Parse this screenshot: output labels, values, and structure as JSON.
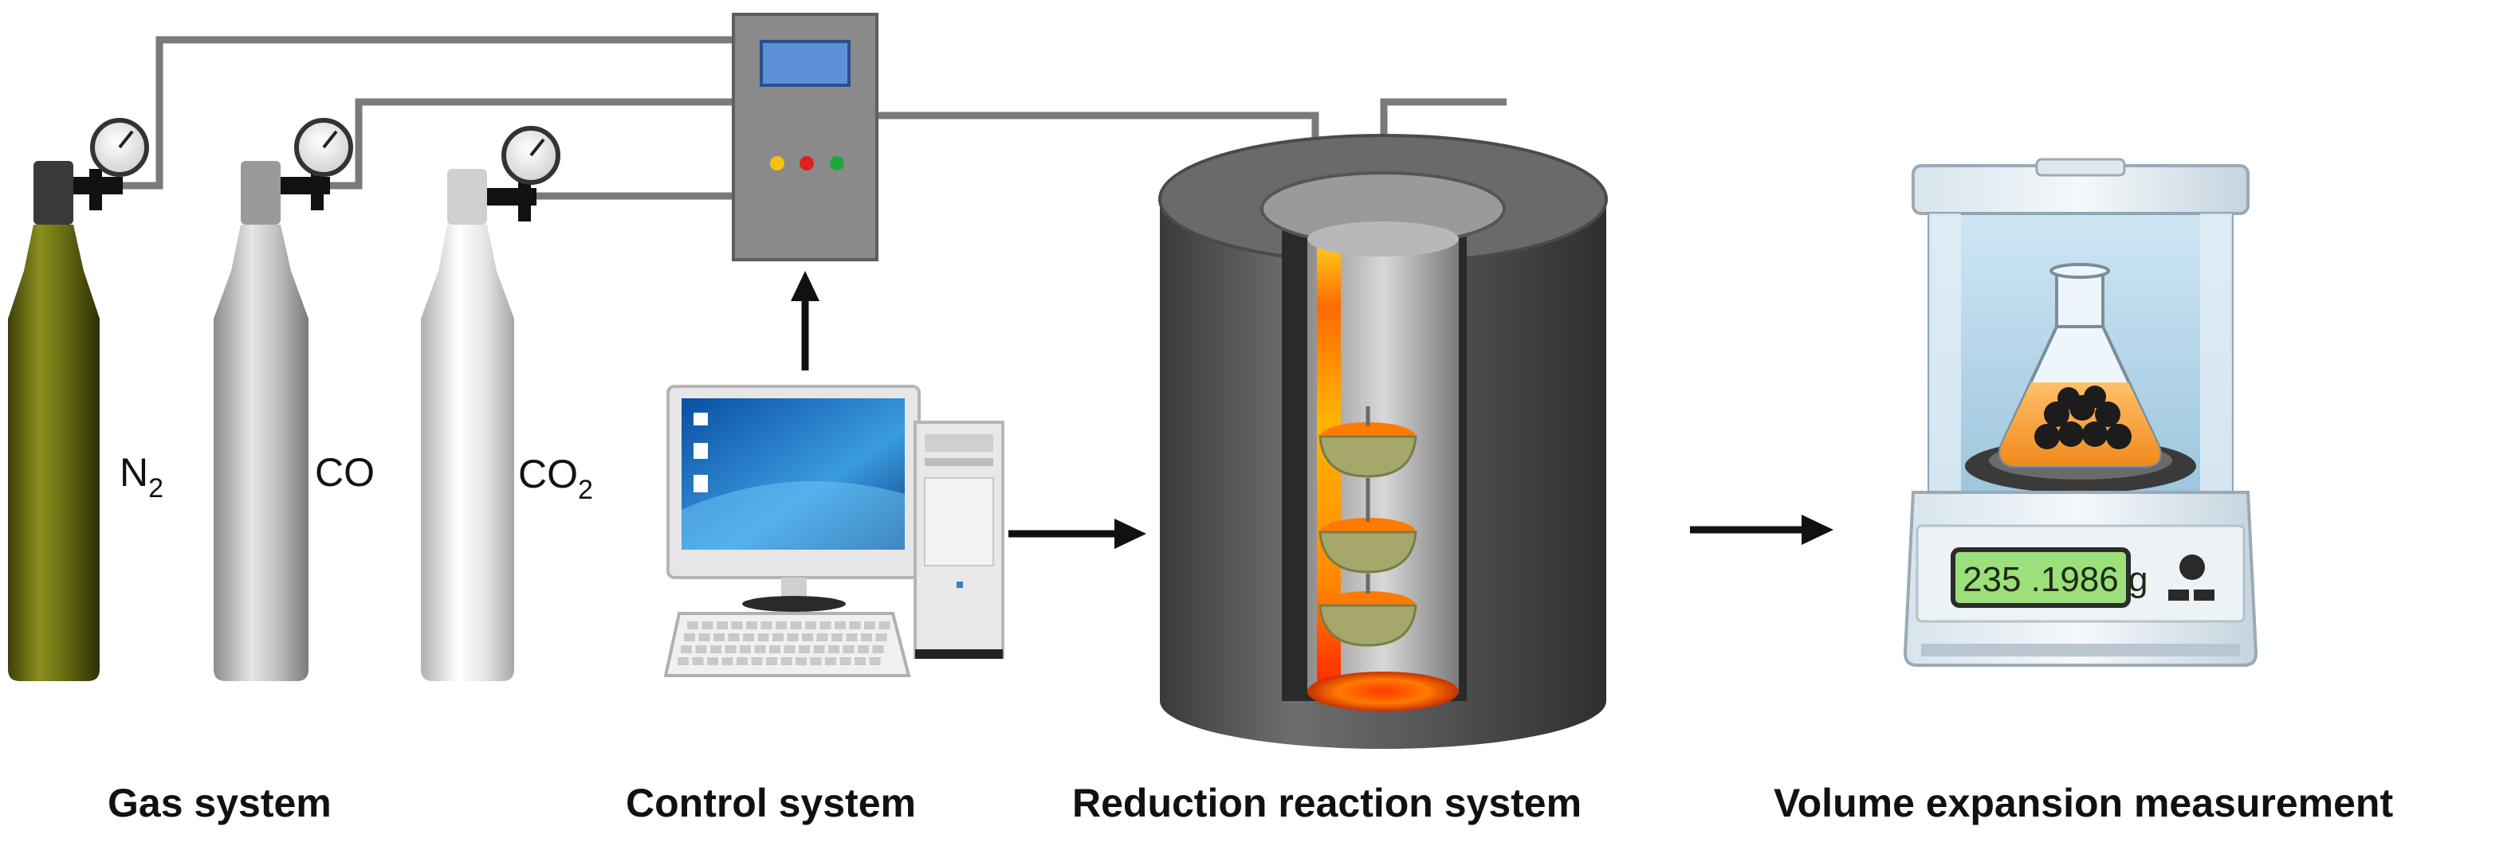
{
  "gas_system": {
    "caption": "Gas system",
    "cylinders": [
      {
        "formula": "N",
        "subscript": "2",
        "color": "#6f7414"
      },
      {
        "formula": "CO",
        "subscript": "",
        "color": "#c8c8c8"
      },
      {
        "formula": "CO",
        "subscript": "2",
        "color": "#e8e8e8"
      }
    ]
  },
  "control_system": {
    "caption": "Control system"
  },
  "reduction_system": {
    "caption": "Reduction reaction system"
  },
  "volume_measurement": {
    "caption": "Volume expansion measurement",
    "scale_display": "235 .1986 g"
  },
  "indicator_colors": [
    "#f4c20d",
    "#e02020",
    "#1fa83a"
  ]
}
